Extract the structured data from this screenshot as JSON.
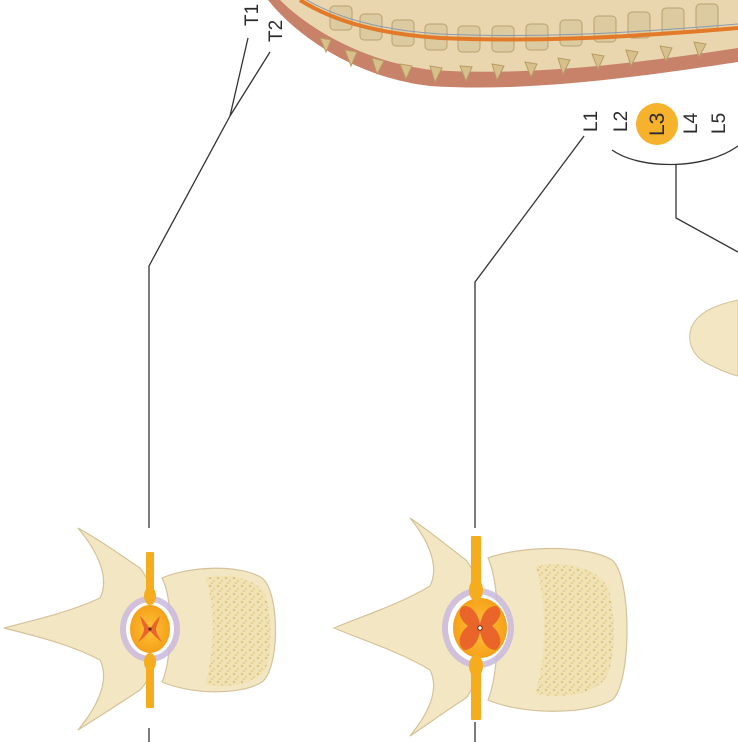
{
  "labels": {
    "thoracic": [
      "T1",
      "T2"
    ],
    "lumbar": [
      "L1",
      "L2",
      "L3",
      "L4",
      "L5"
    ],
    "highlighted": "L3"
  },
  "colors": {
    "bone": "#f3e6c2",
    "bone_outline": "#d4c39a",
    "disc_texture": "#e4cf8a",
    "cord": "#f5ad1e",
    "grey_matter": "#e9652a",
    "dura": "#c9b8dd",
    "highlight": "#f6b12d",
    "spine_band": "#c9826a",
    "leader": "#333333"
  }
}
